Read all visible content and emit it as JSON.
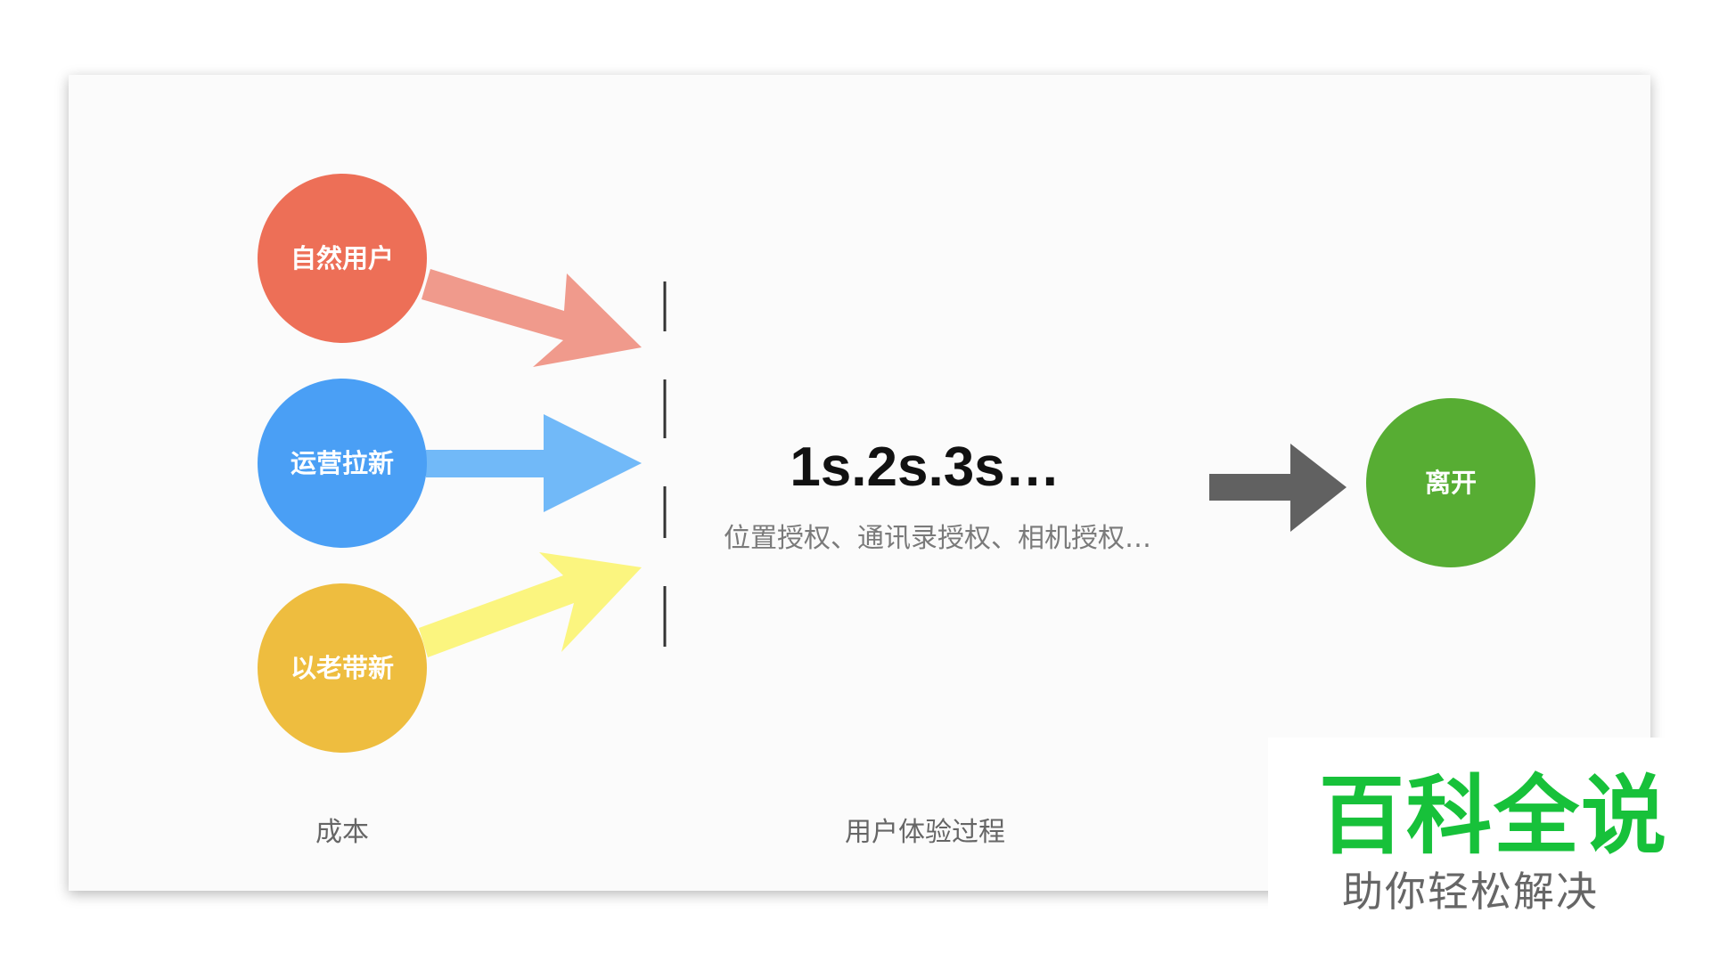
{
  "sources": [
    {
      "label": "自然用户",
      "color": "#ed6f57",
      "arrow_color": "#f09a8c"
    },
    {
      "label": "运营拉新",
      "color": "#4a9ff5",
      "arrow_color": "#71b9f8"
    },
    {
      "label": "以老带新",
      "color": "#eebd3f",
      "arrow_color": "#fbf57f"
    }
  ],
  "process": {
    "timing": "1s.2s.3s…",
    "permissions": "位置授权、通讯录授权、相机授权…",
    "divider_color": "#333333"
  },
  "exit": {
    "label": "离开",
    "color": "#57ad33",
    "arrow_color": "#616161"
  },
  "footer": {
    "cost_label": "成本",
    "experience_label": "用户体验过程"
  },
  "watermark": {
    "title": "百科全说",
    "subtitle": "助你轻松解决",
    "title_color": "#17c13a"
  }
}
